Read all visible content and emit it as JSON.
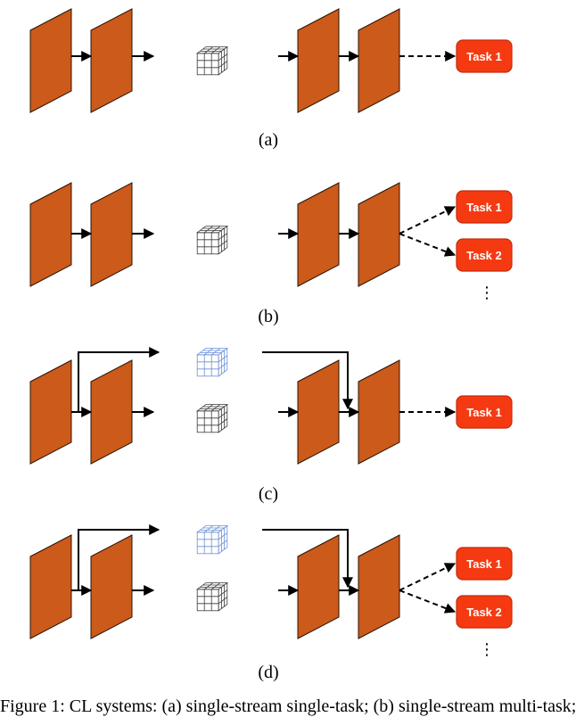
{
  "colors": {
    "plane_fill": "#cc5a1b",
    "task_fill": "#f53a12",
    "task_stroke": "#c42a0a",
    "cube_dark": "#3a3a3a",
    "cube_blue": "#6d8fd6"
  },
  "panels": [
    {
      "label": "(a)",
      "tasks": [
        "Task 1"
      ],
      "ellipsis": false,
      "branch_stream": false
    },
    {
      "label": "(b)",
      "tasks": [
        "Task 1",
        "Task 2"
      ],
      "ellipsis": true,
      "branch_stream": false
    },
    {
      "label": "(c)",
      "tasks": [
        "Task 1"
      ],
      "ellipsis": false,
      "branch_stream": true
    },
    {
      "label": "(d)",
      "tasks": [
        "Task 1",
        "Task 2"
      ],
      "ellipsis": true,
      "branch_stream": true
    }
  ],
  "ellipsis_text": "⋮",
  "caption": "Figure 1: CL systems: (a) single-stream single-task; (b) single-stream multi-task;"
}
